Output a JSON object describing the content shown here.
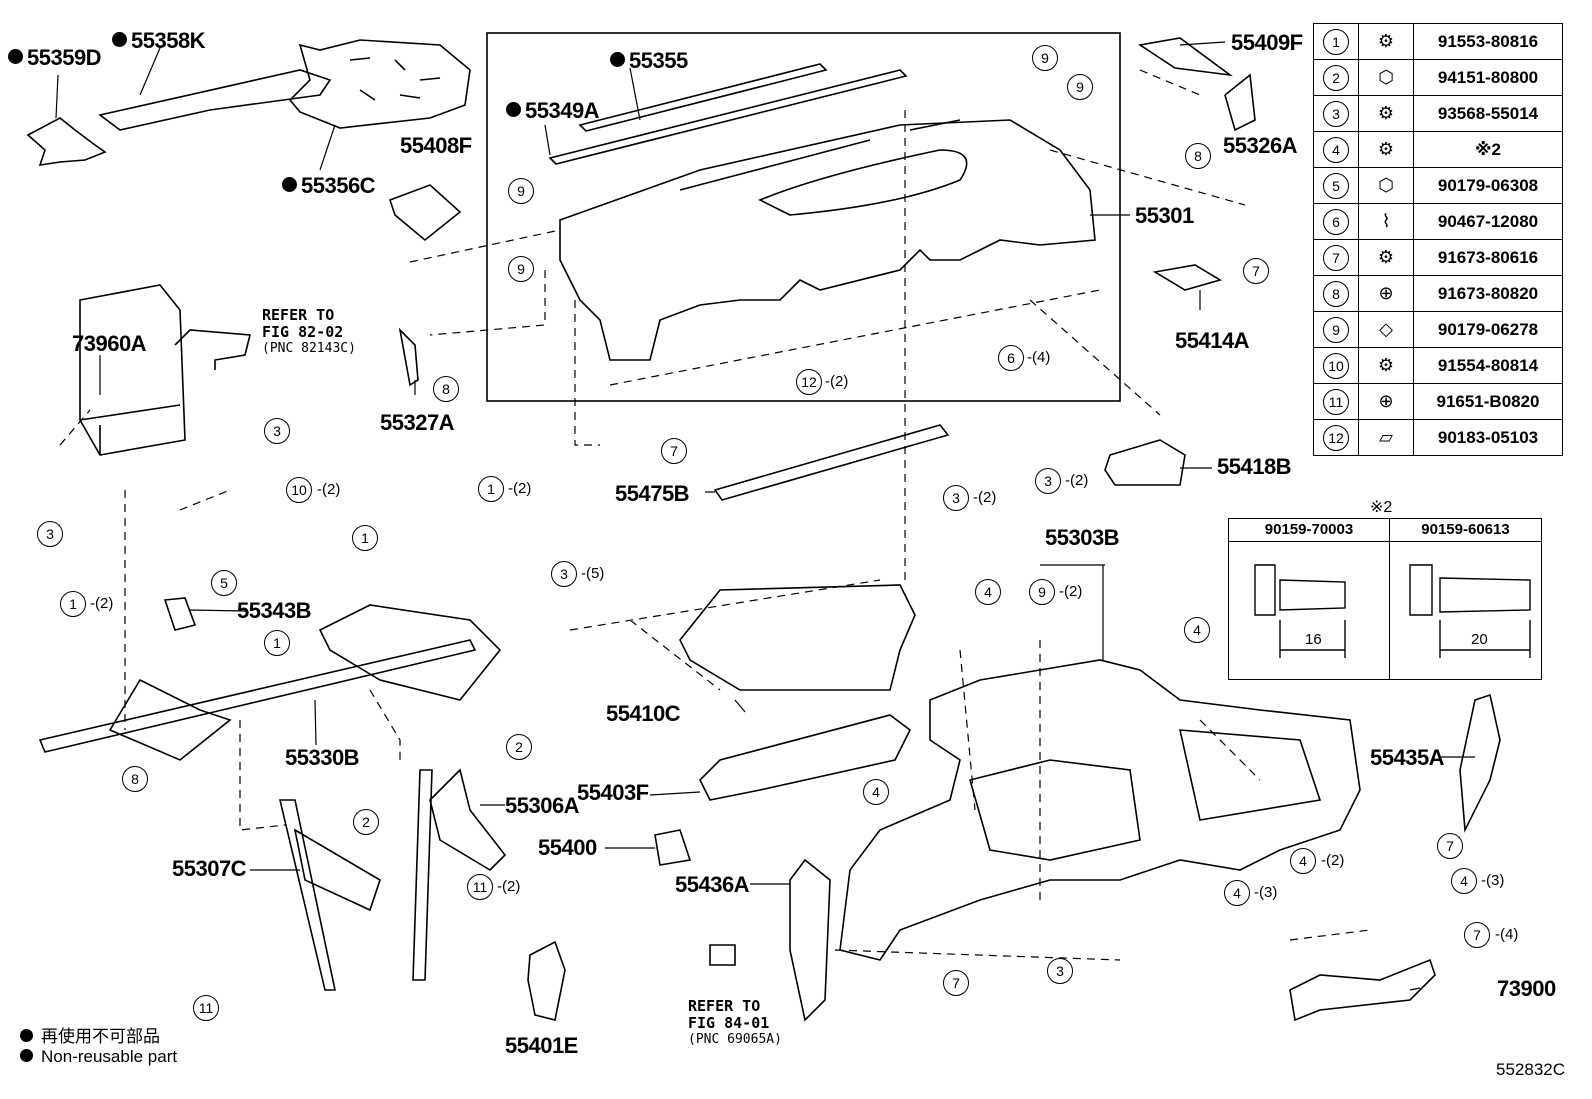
{
  "figure_code": "552832C",
  "legend": {
    "jp": "再使用不可部品",
    "en": "Non-reusable part"
  },
  "labels": [
    {
      "id": "55359D",
      "dot": true
    },
    {
      "id": "55358K",
      "dot": true
    },
    {
      "id": "55355",
      "dot": true
    },
    {
      "id": "55349A",
      "dot": true
    },
    {
      "id": "55356C",
      "dot": true
    },
    {
      "id": "55408F",
      "dot": false
    },
    {
      "id": "55409F",
      "dot": false
    },
    {
      "id": "55326A",
      "dot": false
    },
    {
      "id": "55301",
      "dot": false
    },
    {
      "id": "55414A",
      "dot": false
    },
    {
      "id": "73960A",
      "dot": false
    },
    {
      "id": "55327A",
      "dot": false
    },
    {
      "id": "55418B",
      "dot": false
    },
    {
      "id": "55475B",
      "dot": false
    },
    {
      "id": "55343B",
      "dot": false
    },
    {
      "id": "55330B",
      "dot": false
    },
    {
      "id": "55303B",
      "dot": false
    },
    {
      "id": "55410C",
      "dot": false
    },
    {
      "id": "55403F",
      "dot": false
    },
    {
      "id": "55306A",
      "dot": false
    },
    {
      "id": "55400",
      "dot": false
    },
    {
      "id": "55307C",
      "dot": false
    },
    {
      "id": "55436A",
      "dot": false
    },
    {
      "id": "55435A",
      "dot": false
    },
    {
      "id": "73900",
      "dot": false
    },
    {
      "id": "55401E",
      "dot": false
    }
  ],
  "references": [
    {
      "line1": "REFER TO",
      "line2": "FIG 82-02",
      "line3": "(PNC 82143C)"
    },
    {
      "line1": "REFER TO",
      "line2": "FIG 84-01",
      "line3": "(PNC 69065A)"
    }
  ],
  "callouts": [
    {
      "n": "9",
      "q": ""
    },
    {
      "n": "9",
      "q": ""
    },
    {
      "n": "9",
      "q": ""
    },
    {
      "n": "9",
      "q": ""
    },
    {
      "n": "8",
      "q": ""
    },
    {
      "n": "7",
      "q": ""
    },
    {
      "n": "6",
      "q": "-(4)"
    },
    {
      "n": "12",
      "q": "-(2)"
    },
    {
      "n": "8",
      "q": ""
    },
    {
      "n": "3",
      "q": ""
    },
    {
      "n": "3",
      "q": ""
    },
    {
      "n": "10",
      "q": "-(2)"
    },
    {
      "n": "7",
      "q": ""
    },
    {
      "n": "3",
      "q": "-(2)"
    },
    {
      "n": "3",
      "q": "-(2)"
    },
    {
      "n": "1",
      "q": "-(2)"
    },
    {
      "n": "1",
      "q": ""
    },
    {
      "n": "5",
      "q": ""
    },
    {
      "n": "1",
      "q": ""
    },
    {
      "n": "1",
      "q": "-(2)"
    },
    {
      "n": "3",
      "q": "-(5)"
    },
    {
      "n": "9",
      "q": "-(2)"
    },
    {
      "n": "4",
      "q": ""
    },
    {
      "n": "4",
      "q": ""
    },
    {
      "n": "8",
      "q": ""
    },
    {
      "n": "2",
      "q": ""
    },
    {
      "n": "2",
      "q": ""
    },
    {
      "n": "4",
      "q": ""
    },
    {
      "n": "7",
      "q": ""
    },
    {
      "n": "4",
      "q": "-(2)"
    },
    {
      "n": "4",
      "q": "-(3)"
    },
    {
      "n": "4",
      "q": "-(3)"
    },
    {
      "n": "11",
      "q": "-(2)"
    },
    {
      "n": "11",
      "q": ""
    },
    {
      "n": "3",
      "q": ""
    },
    {
      "n": "7",
      "q": ""
    },
    {
      "n": "7",
      "q": "-(4)"
    }
  ],
  "parts_table": [
    {
      "n": "1",
      "icon": "bolt-washer-icon",
      "pn": "91553-80816"
    },
    {
      "n": "2",
      "icon": "nut-icon",
      "pn": "94151-80800"
    },
    {
      "n": "3",
      "icon": "bolt-washer-icon",
      "pn": "93568-55014"
    },
    {
      "n": "4",
      "icon": "bolt-washer-icon",
      "pn": "※2"
    },
    {
      "n": "5",
      "icon": "nut-icon",
      "pn": "90179-06308"
    },
    {
      "n": "6",
      "icon": "clip-icon",
      "pn": "90467-12080"
    },
    {
      "n": "7",
      "icon": "bolt-washer-icon",
      "pn": "91673-80616"
    },
    {
      "n": "8",
      "icon": "bolt-icon",
      "pn": "91673-80820"
    },
    {
      "n": "9",
      "icon": "square-nut-icon",
      "pn": "90179-06278"
    },
    {
      "n": "10",
      "icon": "bolt-washer-icon",
      "pn": "91554-80814"
    },
    {
      "n": "11",
      "icon": "bolt-icon",
      "pn": "91651-B0820"
    },
    {
      "n": "12",
      "icon": "speed-nut-icon",
      "pn": "90183-05103"
    }
  ],
  "note2": {
    "mark": "※2",
    "left_pn": "90159-70003",
    "right_pn": "90159-60613",
    "left_len": "16",
    "right_len": "20"
  }
}
